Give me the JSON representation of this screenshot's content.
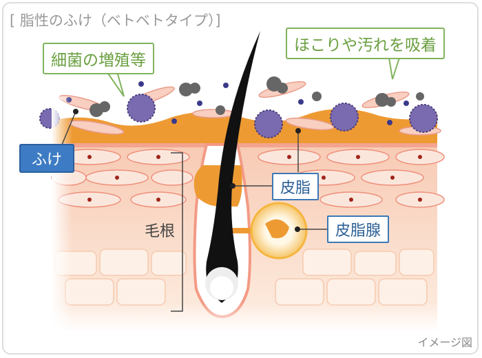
{
  "title": "[ 脂性のふけ（ベトベトタイプ）]",
  "labels": {
    "bacteria": "細菌の増殖等",
    "dust": "ほこりや汚れを吸着",
    "dandruff": "ふけ",
    "sebum": "皮脂",
    "hair_root": "毛根",
    "sebaceous_gland": "皮脂腺"
  },
  "note": "イメージ図",
  "colors": {
    "sebum": "#ee9a33",
    "skin": "#fbe3d2",
    "label_green": "#7fb35a",
    "label_blue": "#3b78b5"
  }
}
